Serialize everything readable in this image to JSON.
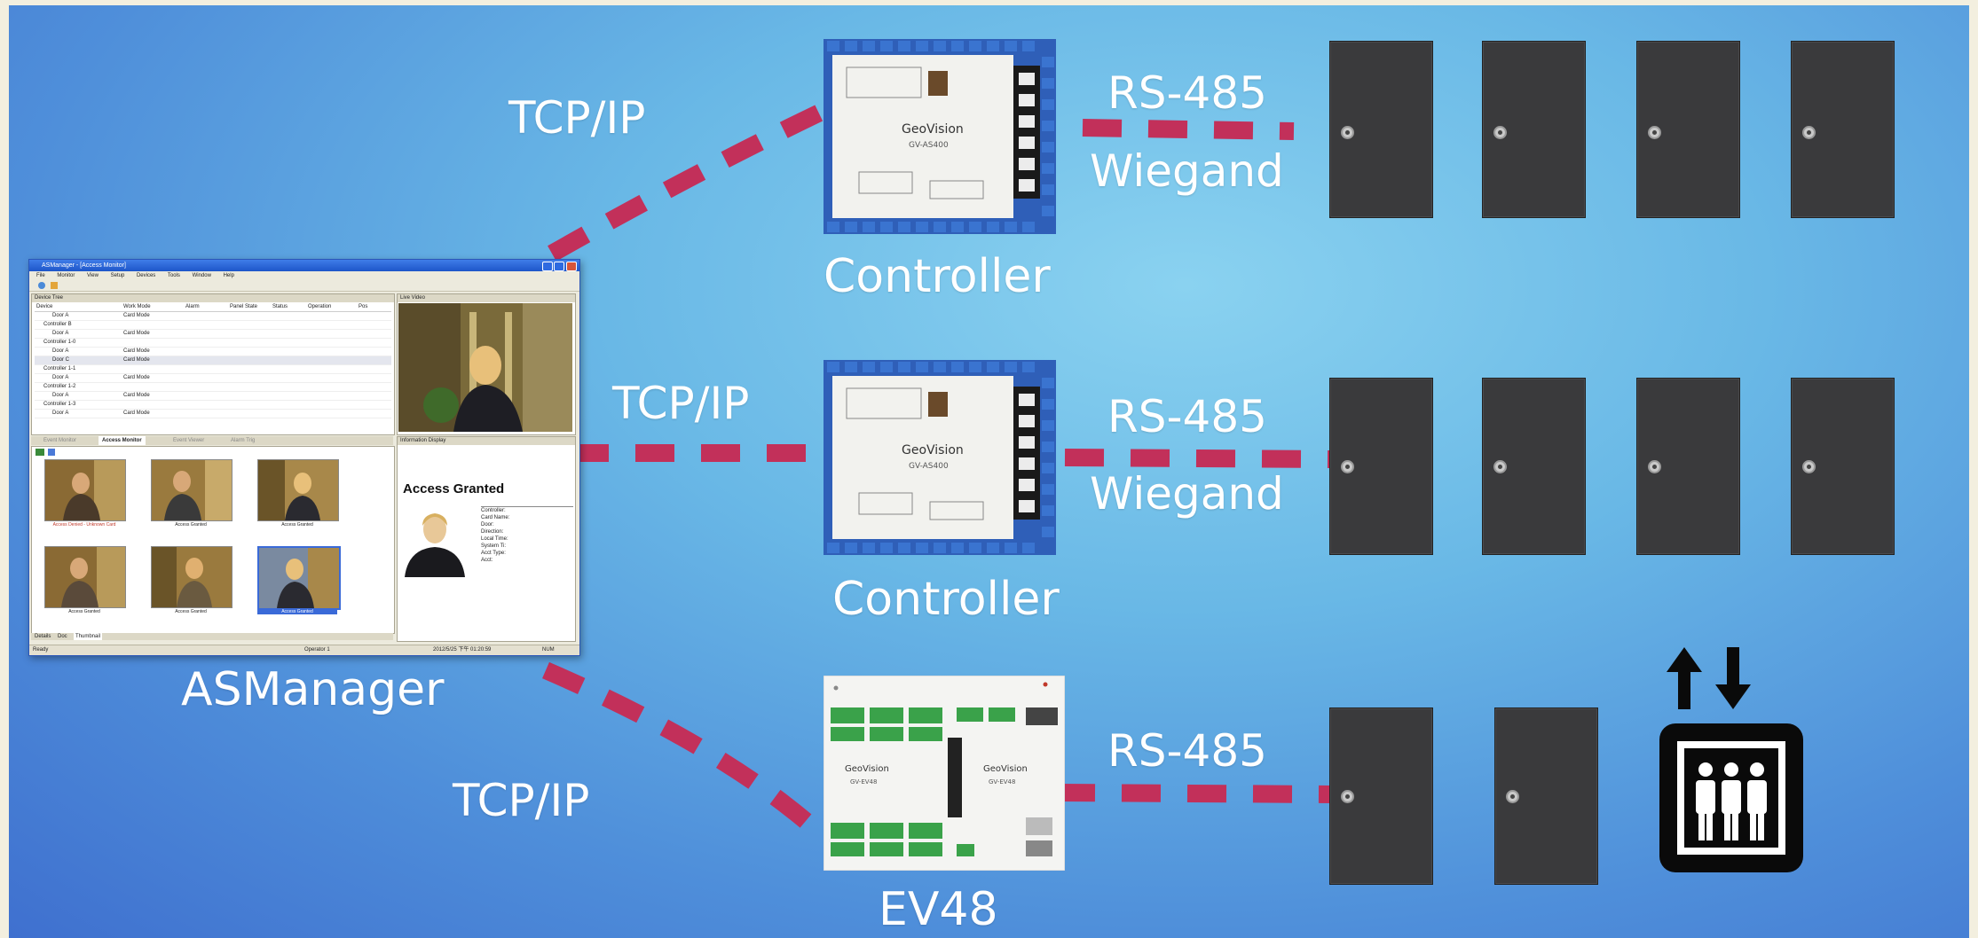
{
  "diagram": {
    "nodes": {
      "asmanager": {
        "caption": "ASManager",
        "window": {
          "title": "ASManager - [Access Monitor]",
          "menu": [
            "File",
            "Monitor",
            "View",
            "Setup",
            "Devices",
            "Tools",
            "Window",
            "Help"
          ],
          "device_tree_header": "Device Tree",
          "columns": [
            "Device",
            "Work Mode",
            "Alarm",
            "Panel State",
            "Status",
            "Operation",
            "Pos"
          ],
          "rows": [
            {
              "device": "Door A",
              "mode": "Card Mode"
            },
            {
              "device": "Controller B",
              "mode": ""
            },
            {
              "device": "Door A",
              "mode": "Card Mode"
            },
            {
              "device": "Controller 1-0",
              "mode": ""
            },
            {
              "device": "Door A",
              "mode": "Card Mode"
            },
            {
              "device": "Door C",
              "mode": "Card Mode"
            },
            {
              "device": "Controller 1-1",
              "mode": ""
            },
            {
              "device": "Door A",
              "mode": "Card Mode"
            },
            {
              "device": "Controller 1-2",
              "mode": ""
            },
            {
              "device": "Door A",
              "mode": "Card Mode"
            },
            {
              "device": "Controller 1-3",
              "mode": ""
            },
            {
              "device": "Door A",
              "mode": "Card Mode"
            }
          ],
          "live_video_header": "Live Video",
          "tabs": [
            "Event Monitor",
            "Access Monitor",
            "Event Viewer",
            "Alarm Trig"
          ],
          "info_header": "Information Display",
          "access_status": "Access Granted",
          "info_fields": [
            "Controller:",
            "Card Name:",
            "Door:",
            "Direction:",
            "Local Time:",
            "System Ti:",
            "Acct Type:",
            "Acct:"
          ],
          "thumb_captions": [
            "Access Denied - Unknown Card",
            "Access Granted",
            "Access Granted",
            "Access Granted",
            "Access Granted",
            "Access Granted"
          ],
          "bottom_tabs": [
            "Details",
            "Doc",
            "Thumbnail"
          ],
          "status": {
            "left": "Ready",
            "mid": "Operator 1",
            "time": "2012/5/25 下午 01:20:59",
            "right": "NUM"
          }
        }
      },
      "controller_1": {
        "caption": "Controller"
      },
      "controller_2": {
        "caption": "Controller"
      },
      "ev48": {
        "caption": "EV48"
      }
    },
    "links": [
      {
        "from": "ASManager",
        "to": "Controller",
        "label": "TCP/IP"
      },
      {
        "from": "ASManager",
        "to": "Controller",
        "label": "TCP/IP"
      },
      {
        "from": "ASManager",
        "to": "EV48",
        "label": "TCP/IP"
      },
      {
        "from": "Controller",
        "to": "doors",
        "label_top": "RS-485",
        "label_bottom": "Wiegand"
      },
      {
        "from": "Controller",
        "to": "doors",
        "label_top": "RS-485",
        "label_bottom": "Wiegand"
      },
      {
        "from": "EV48",
        "to": "doors and elevator",
        "label_top": "RS-485"
      }
    ],
    "door_groups": [
      {
        "count": 4,
        "icon": "door-icon"
      },
      {
        "count": 4,
        "icon": "door-icon"
      },
      {
        "count": 2,
        "icon": "door-icon",
        "extra": "elevator-icon"
      }
    ],
    "colors": {
      "link": "#c2305a",
      "door": "#3a3a3c",
      "label": "#ffffff",
      "background": "#69b8e6"
    }
  }
}
